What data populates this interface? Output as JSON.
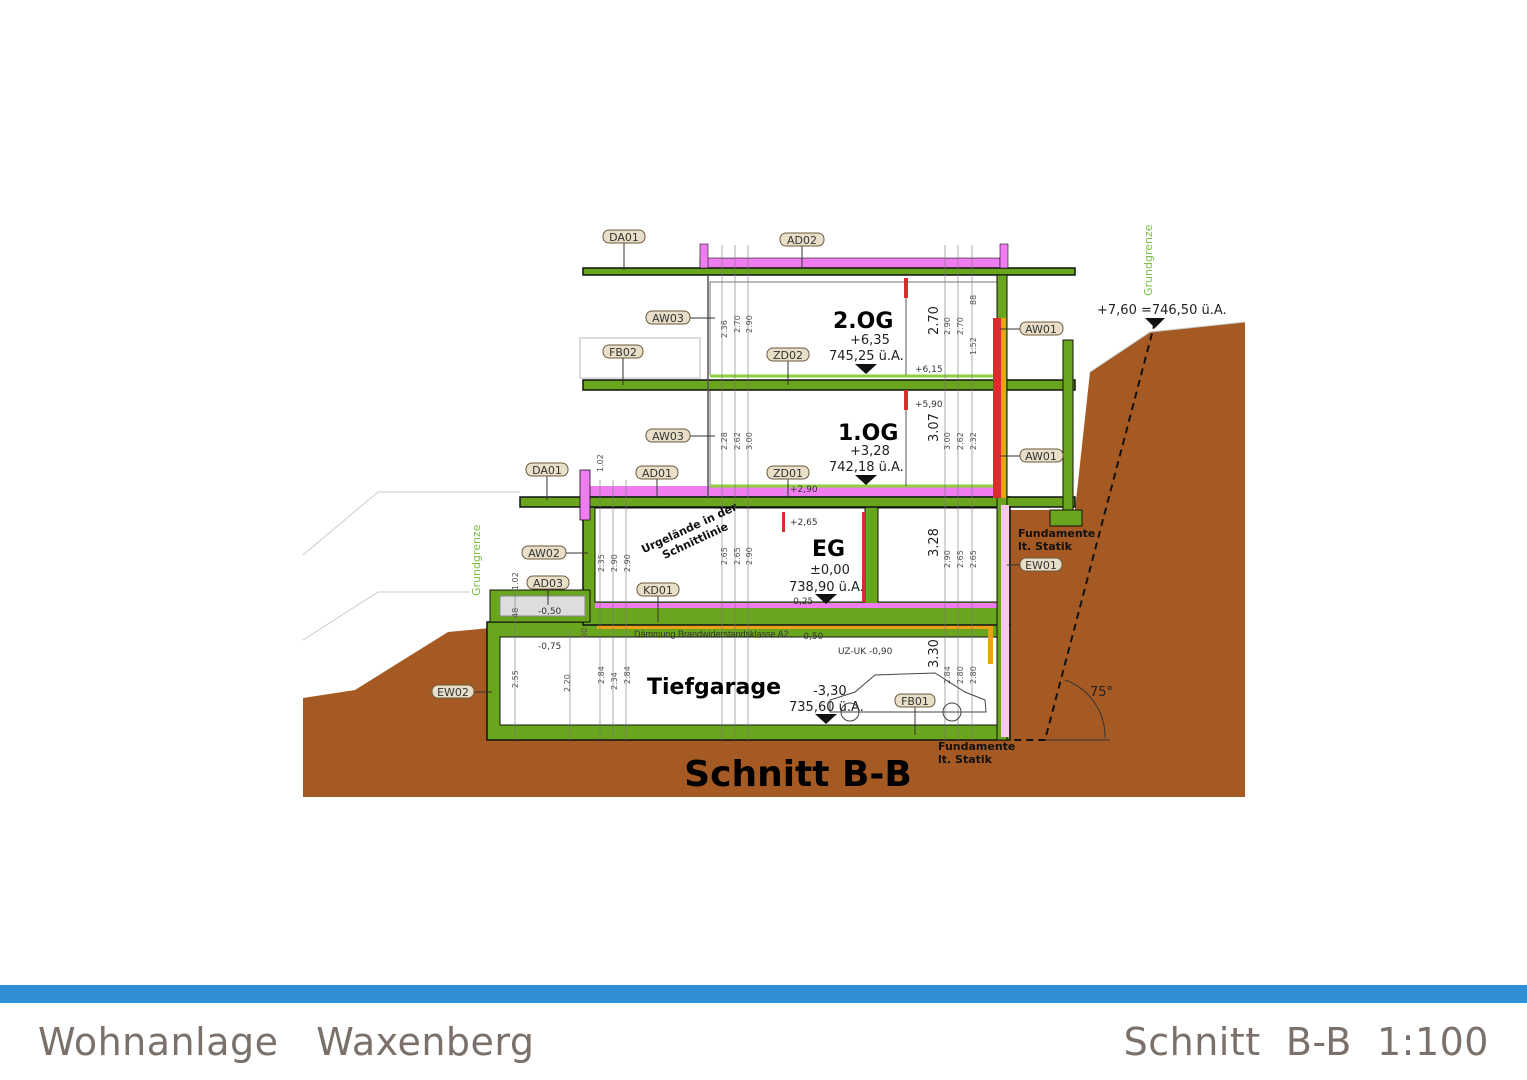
{
  "drawing": {
    "title": "Schnitt B-B",
    "rooms": {
      "og2": {
        "name": "2.OG",
        "level": "+6,35",
        "absolute": "745,25  ü.A."
      },
      "og1": {
        "name": "1.OG",
        "level": "+3,28",
        "absolute": "742,18  ü.A."
      },
      "eg": {
        "name": "EG",
        "level": "±0,00",
        "absolute": "738,90  ü.A."
      },
      "tg": {
        "name": "Tiefgarage",
        "level": "-3,30",
        "absolute": "735,60  ü.A."
      }
    },
    "tags": [
      "DA01",
      "AD02",
      "AW03",
      "FB02",
      "ZD02",
      "AW01",
      "AW03",
      "AW01",
      "DA01",
      "AD01",
      "ZD01",
      "AW02",
      "AD03",
      "KD01",
      "EW01",
      "EW02",
      "FB01"
    ],
    "levels": {
      "top": "+7,60  =746,50  ü.A.",
      "l615": "+6,15",
      "l590": "+5,90",
      "l290": "+2,90",
      "l265": "+2,65",
      "m025": "-0,25",
      "m050a": "-0,50",
      "m050b": "-0,50",
      "m075": "-0,75",
      "uzuk": "UZ-UK  -0,90"
    },
    "notes": {
      "urgelaende": "Urgelände in der Schnittlinie",
      "fundamente1": "Fundamente",
      "statik1": "lt. Statik",
      "fundamente2": "Fundamente",
      "statik2": "lt. Statik",
      "daemmung": "Dämmung Brandwiderstandsklasse A2",
      "grundgrenze_left": "Grundgrenze",
      "grundgrenze_right": "Grundgrenze",
      "angle": "75°"
    },
    "dimensions": {
      "og2_left": [
        "2.36",
        "2.70",
        "2.90"
      ],
      "og2_right": [
        "2.70",
        "2.90",
        "2.70",
        "1.52",
        "88"
      ],
      "og1_left": [
        "2.28",
        "2.62",
        "3.00"
      ],
      "og1_right": [
        "3.07",
        "3.00",
        "2.62",
        "2.32"
      ],
      "eg_left": [
        "2.35",
        "2.90",
        "2.90",
        "2.65",
        "2.65",
        "2.90"
      ],
      "eg_right": [
        "3.28",
        "2.90",
        "2.65",
        "2.65"
      ],
      "tg_left": [
        "2.55",
        "2.20",
        "2.84",
        "2.34",
        "2.84"
      ],
      "tg_right": [
        "3.30",
        "2.84",
        "2.80",
        "2.80"
      ],
      "misc": [
        "1.02",
        "1.02",
        "48",
        "50"
      ]
    },
    "colors": {
      "ground": "#a65a23",
      "structure": "#6aa51e",
      "insulation": "#f07df0",
      "masonry": "#d92c2c",
      "thermal": "#e8a317",
      "footer_bar": "#2f8fd5"
    }
  },
  "footer": {
    "project": "Wohnanlage   Waxenberg",
    "sheet": "Schnitt  B-B  1:100"
  }
}
